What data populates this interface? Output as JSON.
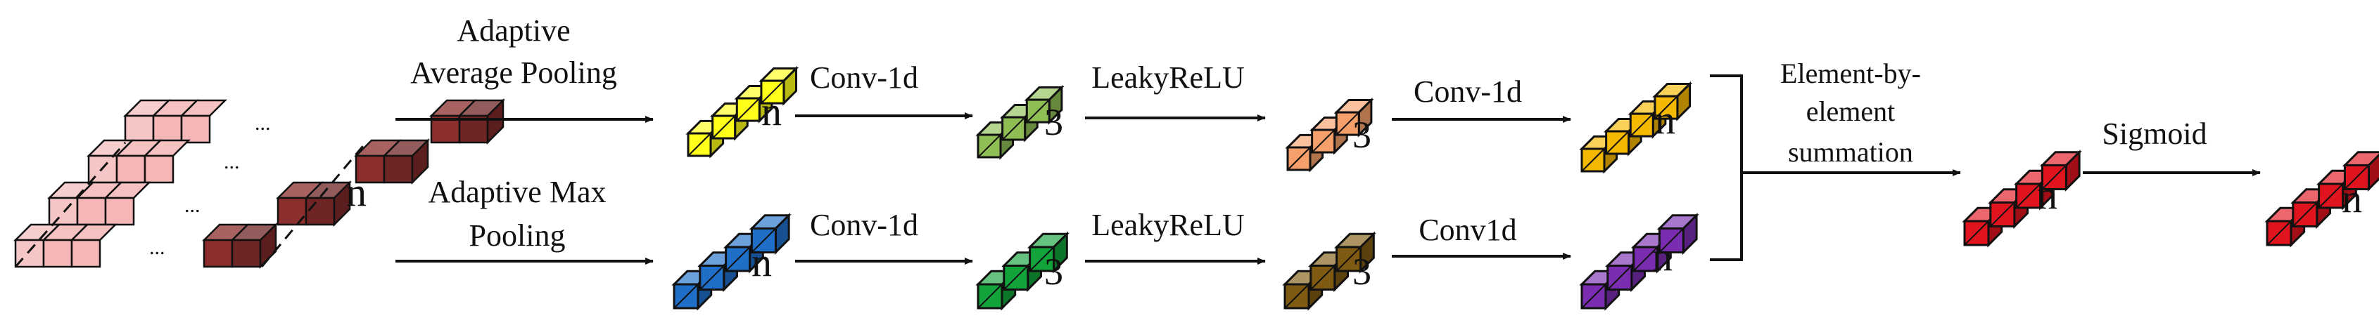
{
  "operations": {
    "avg_pool": [
      "Adaptive",
      "Average Pooling"
    ],
    "max_pool": [
      "Adaptive Max",
      "Pooling"
    ],
    "conv_top_1": "Conv-1d",
    "conv_bottom_1": "Conv-1d",
    "act_top": "LeakyReLU",
    "act_bottom": "LeakyReLU",
    "conv_top_2": "Conv-1d",
    "conv_bottom_2": "Conv1d",
    "sum": [
      "Element-by-",
      "element",
      "summation"
    ],
    "sigmoid": "Sigmoid"
  },
  "dims": {
    "input": "n",
    "avg_out": "n",
    "max_out": "n",
    "conv_top_1": "3",
    "conv_bottom_1": "3",
    "act_top": "3",
    "act_bottom": "3",
    "conv_top_2": "n",
    "conv_bottom_2": "n",
    "sum_out": "n",
    "sigmoid_out": "n"
  },
  "input_ellipsis": "...",
  "colors": {
    "input_light": "#f4b6b6",
    "input_dark": "#8b2e2e",
    "avg_pool": "#ffff1a",
    "max_pool": "#1f6fc9",
    "conv_top": "#8fbe55",
    "conv_bottom": "#12a33a",
    "act_top": "#f5a06a",
    "act_bottom": "#7f5a12",
    "conv_out_top": "#f5b800",
    "conv_out_bottom": "#7a2db0",
    "sum": "#e0141e",
    "sigmoid": "#e0141e"
  }
}
